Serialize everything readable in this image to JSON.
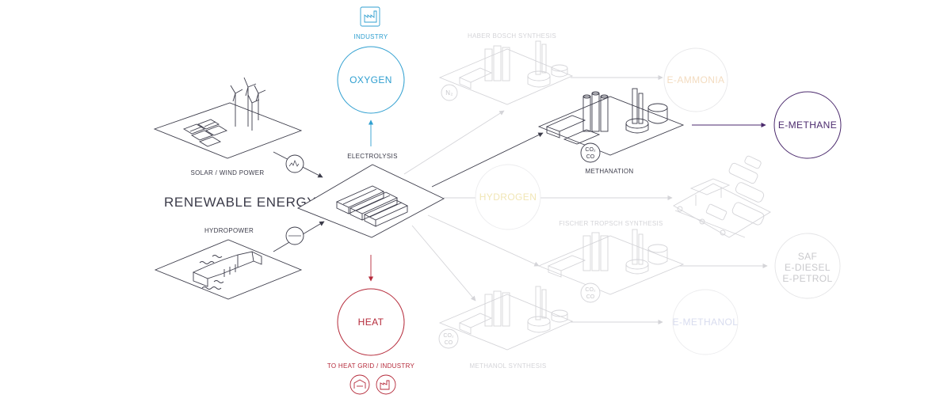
{
  "colors": {
    "dark": "#3c3c4a",
    "faded": "#d4d4d8",
    "oxygen": "#2f9fd0",
    "heat": "#b52a3a",
    "methane": "#4b2a6d",
    "ammonia": "#f3dcc0",
    "hydrogen": "#f1e6b5",
    "methanol": "#d8dcef",
    "saf": "#d6d6d6"
  },
  "sources": {
    "solar_wind": "SOLAR / WIND POWER",
    "hydropower": "HYDROPOWER",
    "renewable_energy": "RENEWABLE ENERGY"
  },
  "electrolysis": {
    "label": "ELECTROLYSIS"
  },
  "oxygen": {
    "industry_label": "INDUSTRY",
    "circle": "OXYGEN",
    "icon": "factory-icon"
  },
  "heat": {
    "circle": "HEAT",
    "grid_label": "TO HEAT GRID / INDUSTRY",
    "icons": [
      "heat-grid-icon",
      "factory-icon"
    ]
  },
  "hydrogen": {
    "circle": "HYDROGEN"
  },
  "processes": {
    "haber_bosch": "HABER BOSCH SYNTHESIS",
    "methanation": "METHANATION",
    "fischer_tropsch": "FISCHER TROPSCH SYNTHESIS",
    "methanol": "METHANOL SYNTHESIS"
  },
  "products": {
    "ammonia": "E-AMMONIA",
    "methane": "E-METHANE",
    "saf_lines": [
      "SAF",
      "E-DIESEL",
      "E-PETROL"
    ],
    "methanol": "E-METHANOL"
  },
  "chem": {
    "n2": "N₂",
    "co2": "CO₂",
    "co": "CO"
  }
}
